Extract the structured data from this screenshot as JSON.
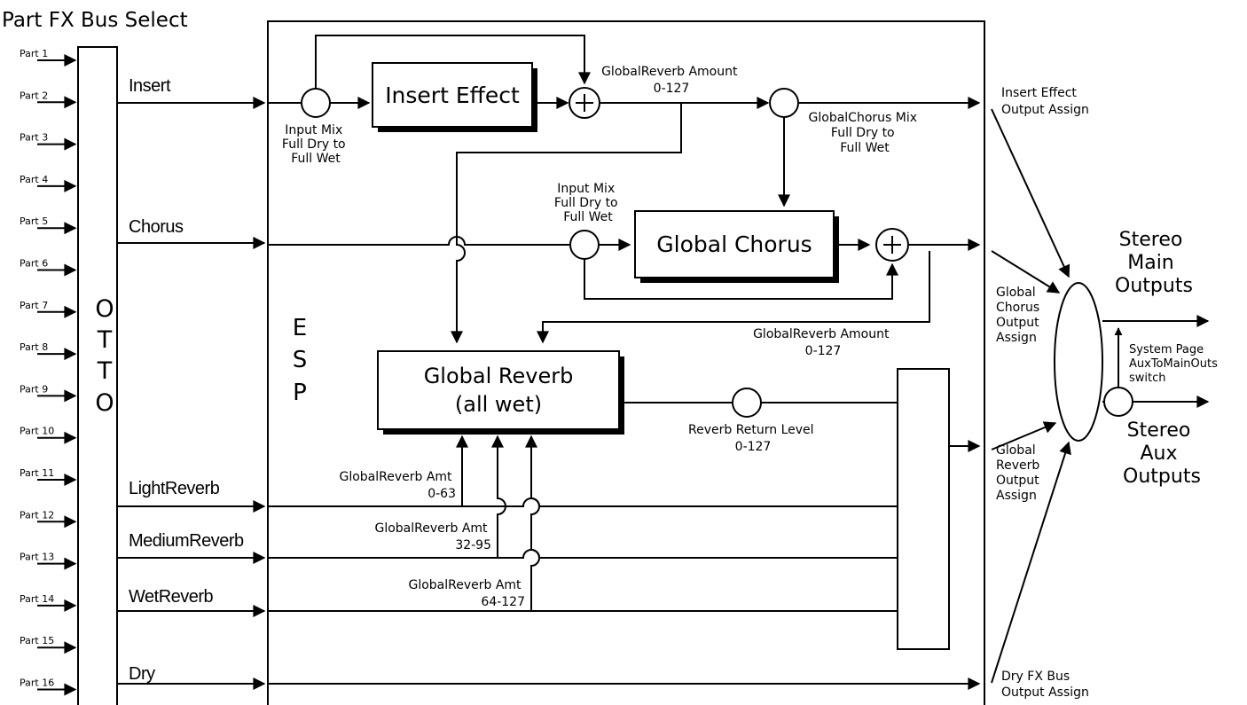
{
  "title": "Part FX Bus Select",
  "parts": [
    "Part 1",
    "Part 2",
    "Part 3",
    "Part 4",
    "Part 5",
    "Part 6",
    "Part 7",
    "Part 8",
    "Part 9",
    "Part 10",
    "Part 11",
    "Part 12",
    "Part 13",
    "Part 14",
    "Part 15",
    "Part 16"
  ],
  "otto_letters": [
    "O",
    "T",
    "T",
    "O"
  ],
  "esp_letters": [
    "E",
    "S",
    "P"
  ],
  "buses": {
    "insert": "Insert",
    "chorus": "Chorus",
    "light": "LightReverb",
    "medium": "MediumReverb",
    "wet": "WetReverb",
    "dry": "Dry"
  },
  "blocks": {
    "insert_effect": "Insert Effect",
    "global_chorus": "Global Chorus",
    "global_reverb_line1": "Global Reverb",
    "global_reverb_line2": "(all wet)"
  },
  "labels": {
    "input_mix_1": [
      "Input Mix",
      "Full Dry to",
      "Full Wet"
    ],
    "input_mix_2": [
      "Input Mix",
      "Full Dry to",
      "Full Wet"
    ],
    "reverb_amount_1": [
      "GlobalReverb Amount",
      "0-127"
    ],
    "chorus_mix": [
      "GlobalChorus Mix",
      "Full Dry to",
      "Full Wet"
    ],
    "reverb_amount_2": [
      "GlobalReverb Amount",
      "0-127"
    ],
    "reverb_return": [
      "Reverb Return Level",
      "0-127"
    ],
    "amt_light": [
      "GlobalReverb Amt",
      "0-63"
    ],
    "amt_medium": [
      "GlobalReverb Amt",
      "32-95"
    ],
    "amt_wet": [
      "GlobalReverb Amt",
      "64-127"
    ],
    "insert_assign": [
      "Insert Effect",
      "Output Assign"
    ],
    "chorus_assign": [
      "Global",
      "Chorus",
      "Output",
      "Assign"
    ],
    "reverb_assign": [
      "Global",
      "Reverb",
      "Output",
      "Assign"
    ],
    "dry_assign": [
      "Dry FX Bus",
      "Output Assign"
    ],
    "main_outputs": [
      "Stereo",
      "Main",
      "Outputs"
    ],
    "aux_outputs": [
      "Stereo",
      "Aux",
      "Outputs"
    ],
    "system_switch": [
      "System Page",
      "AuxToMainOuts",
      "switch"
    ]
  },
  "colors": {
    "line": "#000000",
    "background": "#ffffff"
  }
}
